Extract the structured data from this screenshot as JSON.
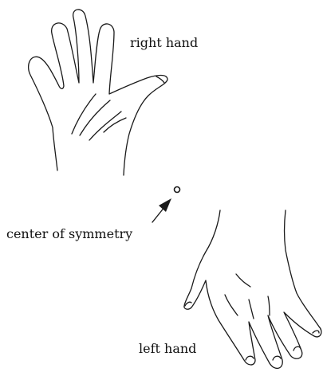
{
  "labels": {
    "right_hand": "right hand",
    "center": "center of symmetry",
    "left_hand": "left hand"
  }
}
